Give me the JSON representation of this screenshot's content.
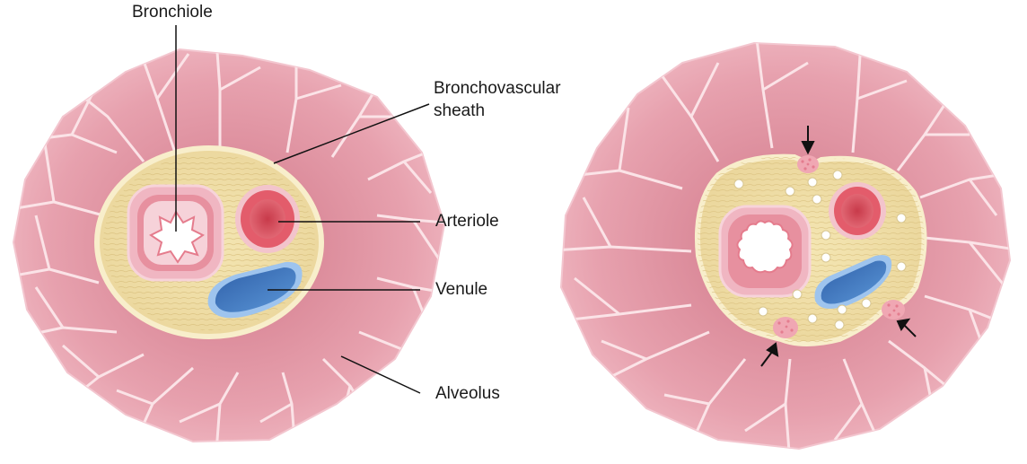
{
  "labels": {
    "bronchiole": "Bronchiole",
    "sheath_line1": "Bronchovascular",
    "sheath_line2": "sheath",
    "arteriole": "Arteriole",
    "venule": "Venule",
    "alveolus": "Alveolus"
  },
  "colors": {
    "alveolus_fill": "#ecaab6",
    "alveolus_dark": "#d6808f",
    "alveolus_border": "#fbe3e7",
    "sheath_fill": "#f1dfa4",
    "sheath_border": "#f8eecb",
    "bronchiole_wall": "#e28a9b",
    "arteriole_red": "#dd4f5e",
    "venule_blue": "#3f78c4",
    "edema_fluid": "#ffffff"
  }
}
